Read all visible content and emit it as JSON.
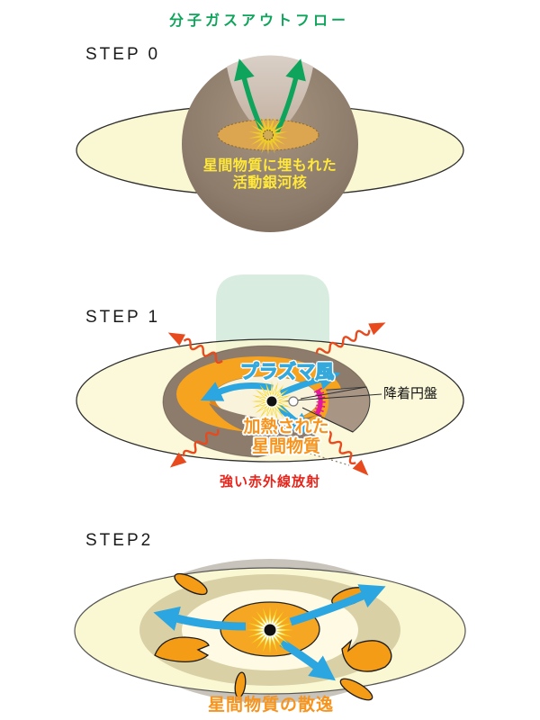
{
  "figure": {
    "step0": {
      "label": "STEP 0",
      "outflow_label": "分子ガスアウトフロー",
      "agn_label_line1": "星間物質に埋もれた",
      "agn_label_line2": "活動銀河核"
    },
    "step1": {
      "label": "STEP 1",
      "plasma_wind_label": "プラズマ風",
      "heated_label_line1": "加熱された",
      "heated_label_line2": "星間物質",
      "accretion_disk_label": "降着円盤",
      "infrared_label": "強い赤外線放射"
    },
    "step2": {
      "label": "STEP2",
      "dissipation_label": "星間物質の散逸"
    }
  },
  "colors": {
    "outflow_green": "#0ea45b",
    "disk_pale_yellow": "#faf8d2",
    "obscuring_brown": "#8d7b6b",
    "agn_core_orange": "#dca651",
    "agn_text_yellow": "#ffe83a",
    "plasma_text_cyan": "#aee4f7",
    "heated_text_orange": "#f7941e",
    "infrared_red": "#e8491d",
    "torus_orange": "#f6a31f",
    "magenta_fringe": "#e5189b",
    "wind_blue": "#2ca6e0",
    "outflow_remnant_mint": "#d8ecdf",
    "ejected_blob_orange": "#f49c15",
    "label_black": "#1a1a1a"
  }
}
